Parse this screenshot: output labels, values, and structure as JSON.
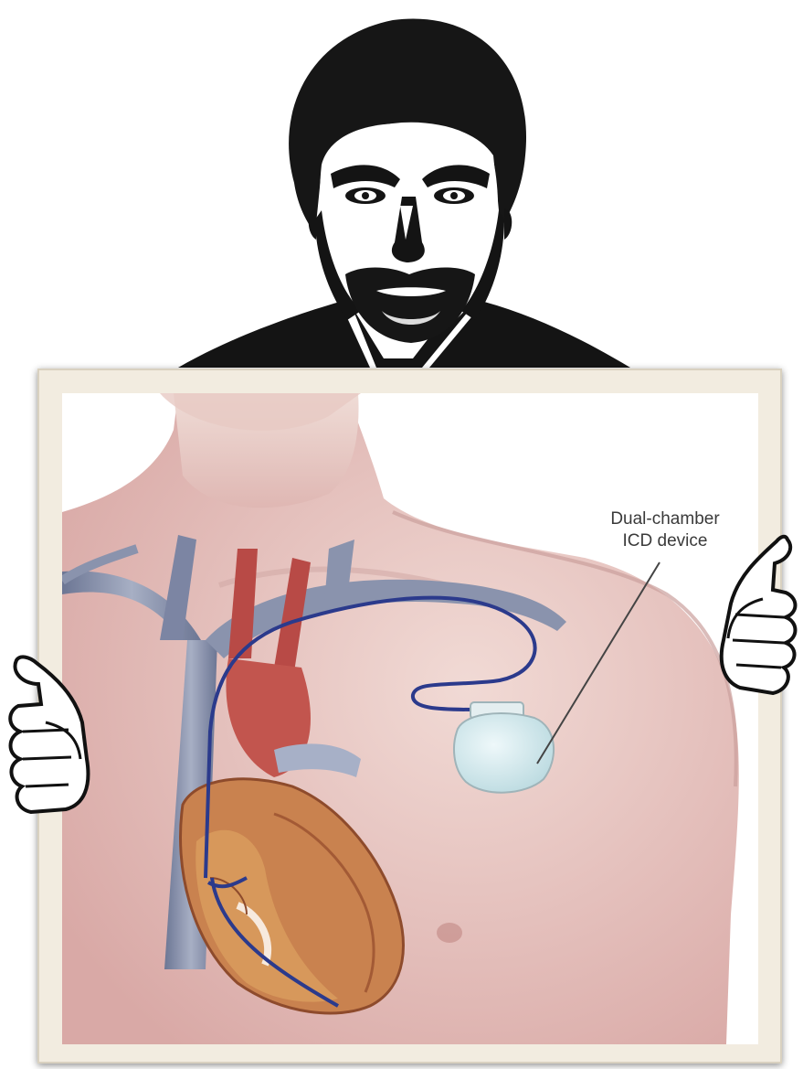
{
  "figure": {
    "callout_label": {
      "line1": "Dual-chamber",
      "line2": "ICD device"
    },
    "icon": "illustration-of-man-holding-anatomical-poster",
    "colors": {
      "skin": "#e8c8c4",
      "board_frame": "#f2ece0",
      "vein": "#8a93ad",
      "artery": "#b84a46",
      "lead_wire": "#2b3a8c",
      "device": "#cfe6ea",
      "heart_muscle": "#c9824f"
    }
  }
}
